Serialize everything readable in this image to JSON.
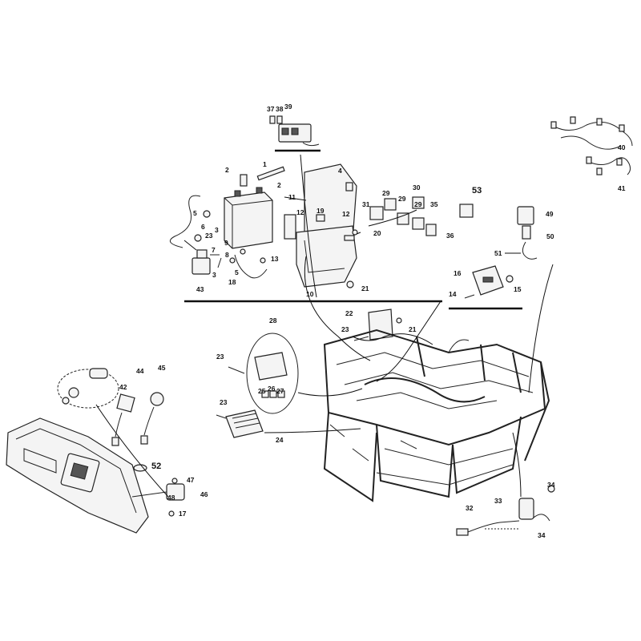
{
  "callouts": {
    "c1": "1",
    "c2a": "2",
    "c2b": "2",
    "c3a": "3",
    "c3b": "3",
    "c4": "4",
    "c5a": "5",
    "c5b": "5",
    "c6": "6",
    "c7": "7",
    "c8": "8",
    "c9": "9",
    "c10": "10",
    "c11": "11",
    "c12a": "12",
    "c12b": "12",
    "c13": "13",
    "c14": "14",
    "c15": "15",
    "c16": "16",
    "c17": "17",
    "c18": "18",
    "c19": "19",
    "c20": "20",
    "c21a": "21",
    "c21b": "21",
    "c22": "22",
    "c23a": "23",
    "c23b": "23",
    "c23c": "23",
    "c23d": "23",
    "c24": "24",
    "c25": "25",
    "c26": "26",
    "c27": "27",
    "c28": "28",
    "c29a": "29",
    "c29b": "29",
    "c29c": "29",
    "c30": "30",
    "c31": "31",
    "c32": "32",
    "c33": "33",
    "c34a": "34",
    "c34b": "34",
    "c35": "35",
    "c36": "36",
    "c37": "37",
    "c38": "38",
    "c39": "39",
    "c40": "40",
    "c41": "41",
    "c42": "42",
    "c43": "43",
    "c44": "44",
    "c45": "45",
    "c46": "46",
    "c47": "47",
    "c48": "48",
    "c49": "49",
    "c50": "50",
    "c51": "51",
    "c52": "52",
    "c53": "53"
  }
}
